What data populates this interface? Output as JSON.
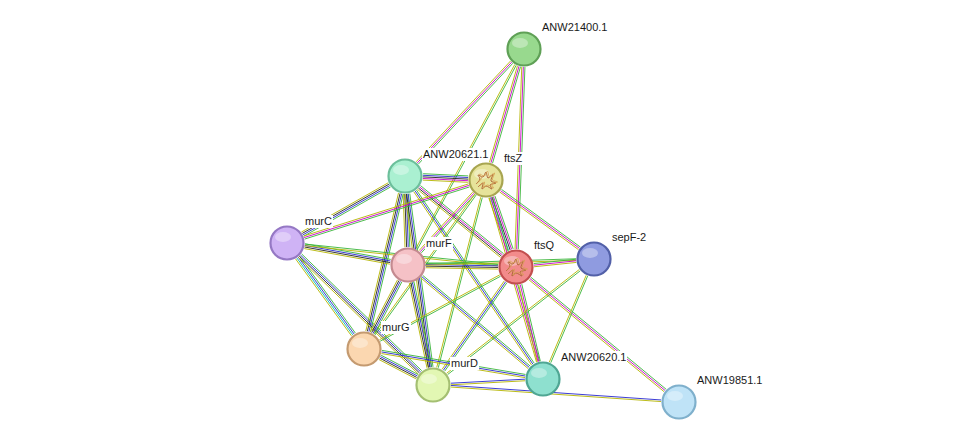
{
  "diagram": {
    "nodes": [
      {
        "text": [
          "ANW21400.1"
        ]
      },
      {
        "text": [
          "ANW20621.1"
        ]
      },
      {
        "text": [
          "ftsZ"
        ]
      },
      {
        "text": [
          "murC"
        ]
      },
      {
        "text": [
          "murF"
        ]
      },
      {
        "text": [
          "ftsQ"
        ]
      },
      {
        "text": [
          "sepF-2"
        ]
      },
      {
        "text": [
          "murG"
        ]
      },
      {
        "text": [
          "murD"
        ]
      },
      {
        "text": [
          "ANW20620.1"
        ]
      },
      {
        "text": [
          "ANW19851.1"
        ]
      }
    ],
    "edges": [
      {
        "from": 0,
        "to": 1,
        "arrow": "none"
      },
      {
        "from": 0,
        "to": 2,
        "arrow": "none"
      },
      {
        "from": 0,
        "to": 4,
        "arrow": "none"
      },
      {
        "from": 0,
        "to": 5,
        "arrow": "none"
      },
      {
        "from": 1,
        "to": 2,
        "arrow": "none"
      },
      {
        "from": 1,
        "to": 3,
        "arrow": "none"
      },
      {
        "from": 1,
        "to": 4,
        "arrow": "none"
      },
      {
        "from": 1,
        "to": 5,
        "arrow": "none"
      },
      {
        "from": 1,
        "to": 7,
        "arrow": "none"
      },
      {
        "from": 1,
        "to": 8,
        "arrow": "none"
      },
      {
        "from": 1,
        "to": 9,
        "arrow": "none"
      },
      {
        "from": 2,
        "to": 3,
        "arrow": "none"
      },
      {
        "from": 2,
        "to": 4,
        "arrow": "none"
      },
      {
        "from": 2,
        "to": 5,
        "arrow": "none"
      },
      {
        "from": 2,
        "to": 6,
        "arrow": "none"
      },
      {
        "from": 2,
        "to": 7,
        "arrow": "none"
      },
      {
        "from": 2,
        "to": 8,
        "arrow": "none"
      },
      {
        "from": 2,
        "to": 9,
        "arrow": "none"
      },
      {
        "from": 3,
        "to": 4,
        "arrow": "none"
      },
      {
        "from": 3,
        "to": 5,
        "arrow": "none"
      },
      {
        "from": 3,
        "to": 7,
        "arrow": "none"
      },
      {
        "from": 3,
        "to": 8,
        "arrow": "none"
      },
      {
        "from": 4,
        "to": 5,
        "arrow": "none"
      },
      {
        "from": 4,
        "to": 6,
        "arrow": "none"
      },
      {
        "from": 4,
        "to": 7,
        "arrow": "none"
      },
      {
        "from": 4,
        "to": 8,
        "arrow": "none"
      },
      {
        "from": 4,
        "to": 9,
        "arrow": "none"
      },
      {
        "from": 5,
        "to": 6,
        "arrow": "none"
      },
      {
        "from": 5,
        "to": 7,
        "arrow": "none"
      },
      {
        "from": 5,
        "to": 8,
        "arrow": "none"
      },
      {
        "from": 5,
        "to": 9,
        "arrow": "none"
      },
      {
        "from": 5,
        "to": 10,
        "arrow": "none"
      },
      {
        "from": 6,
        "to": 8,
        "arrow": "none"
      },
      {
        "from": 6,
        "to": 9,
        "arrow": "none"
      },
      {
        "from": 7,
        "to": 8,
        "arrow": "none"
      },
      {
        "from": 7,
        "to": 9,
        "arrow": "none"
      },
      {
        "from": 8,
        "to": 9,
        "arrow": "none"
      },
      {
        "from": 8,
        "to": 10,
        "arrow": "none"
      }
    ]
  }
}
